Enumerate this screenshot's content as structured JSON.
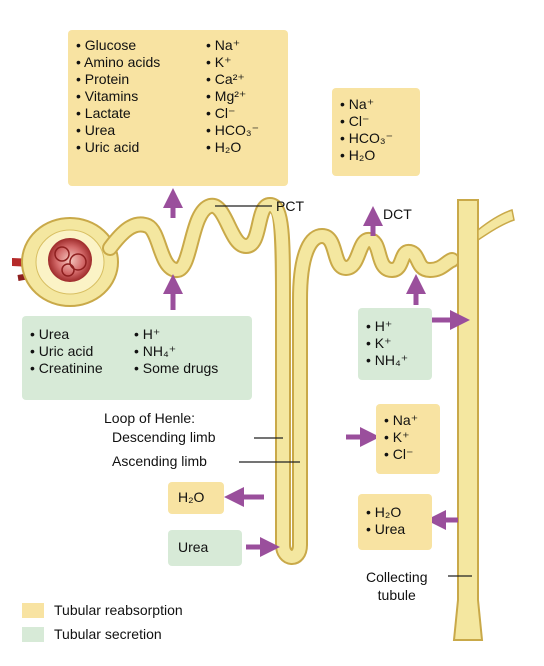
{
  "pct_reabsorb": {
    "left": [
      "• Glucose",
      "• Amino acids",
      "• Protein",
      "• Vitamins",
      "• Lactate",
      "• Urea",
      "• Uric acid"
    ],
    "right": [
      "• Na⁺",
      "• K⁺",
      "• Ca²⁺",
      "• Mg²⁺",
      "• Cl⁻",
      "• HCO₃⁻",
      "• H₂O"
    ]
  },
  "dct_reabsorb": [
    "• Na⁺",
    "• Cl⁻",
    "• HCO₃⁻",
    "• H₂O"
  ],
  "pct_secrete": {
    "left": [
      "• Urea",
      "• Uric acid",
      "• Creatinine"
    ],
    "right": [
      "• H⁺",
      "• NH₄⁺",
      "• Some drugs"
    ]
  },
  "dct_secrete": [
    "• H⁺",
    "• K⁺",
    "• NH₄⁺"
  ],
  "loop_reabsorb": [
    "• Na⁺",
    "• K⁺",
    "• Cl⁻"
  ],
  "water_box": "H₂O",
  "urea_box": "Urea",
  "collecting_reabsorb": [
    "• H₂O",
    "• Urea"
  ],
  "labels": {
    "pct": "PCT",
    "dct": "DCT",
    "loop_title": "Loop of Henle:",
    "descending": "Descending limb",
    "ascending": "Ascending limb",
    "collecting": "Collecting\ntubule"
  },
  "legend": [
    {
      "label": "Tubular reabsorption",
      "color": "#f8e3a2"
    },
    {
      "label": "Tubular secretion",
      "color": "#d7ead7"
    }
  ],
  "colors": {
    "tubule_fill": "#f4e7a0",
    "tubule_stroke": "#c9a949",
    "arrow": "#9a4f9c",
    "capillary": "#b52a2a"
  }
}
